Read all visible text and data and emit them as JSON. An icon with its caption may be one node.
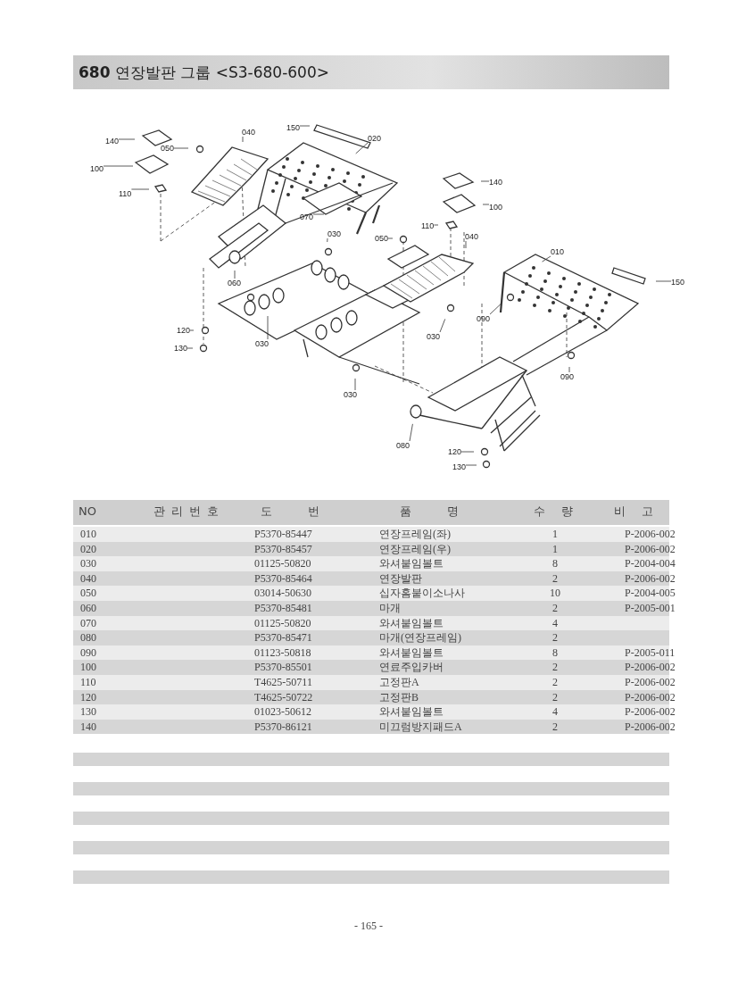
{
  "diagram": {
    "title": "**680** 연장발판 그룹 <S3-680-600>",
    "nodes": [
      {
        "text": [
          "140"
        ]
      },
      {
        "text": [
          "050"
        ]
      },
      {
        "text": [
          "100"
        ]
      },
      {
        "text": [
          "110"
        ]
      },
      {
        "text": [
          "040"
        ]
      },
      {
        "text": [
          "150"
        ]
      },
      {
        "text": [
          "020"
        ]
      },
      {
        "text": [
          "070"
        ]
      },
      {
        "text": [
          "030"
        ]
      },
      {
        "text": [
          "060"
        ]
      },
      {
        "text": [
          "120"
        ]
      },
      {
        "text": [
          "130"
        ]
      },
      {
        "text": [
          "030"
        ]
      },
      {
        "text": [
          "140"
        ]
      },
      {
        "text": [
          "100"
        ]
      },
      {
        "text": [
          "110"
        ]
      },
      {
        "text": [
          "050"
        ]
      },
      {
        "text": [
          "040"
        ]
      },
      {
        "text": [
          "010"
        ]
      },
      {
        "text": [
          "150"
        ]
      },
      {
        "text": [
          "090"
        ]
      },
      {
        "text": [
          "030"
        ]
      },
      {
        "text": [
          "030"
        ]
      },
      {
        "text": [
          "090"
        ]
      },
      {
        "text": [
          "080"
        ]
      },
      {
        "text": [
          "120"
        ]
      },
      {
        "text": [
          "130"
        ]
      }
    ],
    "edges": [
      {
        "from": 0,
        "to": null,
        "arrow": "none"
      },
      {
        "from": 1,
        "to": null,
        "arrow": "none"
      },
      {
        "from": 2,
        "to": null,
        "arrow": "none"
      },
      {
        "from": 3,
        "to": null,
        "arrow": "none"
      },
      {
        "from": 4,
        "to": null,
        "arrow": "none"
      },
      {
        "from": 5,
        "to": null,
        "arrow": "none"
      },
      {
        "from": 6,
        "to": null,
        "arrow": "none"
      },
      {
        "from": 7,
        "to": null,
        "arrow": "none"
      },
      {
        "from": 8,
        "to": null,
        "arrow": "none"
      },
      {
        "from": 9,
        "to": null,
        "arrow": "none"
      },
      {
        "from": 10,
        "to": null,
        "arrow": "none"
      },
      {
        "from": 11,
        "to": null,
        "arrow": "none"
      },
      {
        "from": 12,
        "to": null,
        "arrow": "none"
      },
      {
        "from": 13,
        "to": null,
        "arrow": "none"
      },
      {
        "from": 14,
        "to": null,
        "arrow": "none"
      },
      {
        "from": 15,
        "to": null,
        "arrow": "none"
      },
      {
        "from": 16,
        "to": null,
        "arrow": "none"
      },
      {
        "from": 17,
        "to": null,
        "arrow": "none"
      },
      {
        "from": 18,
        "to": null,
        "arrow": "none"
      },
      {
        "from": 19,
        "to": null,
        "arrow": "none"
      },
      {
        "from": 20,
        "to": null,
        "arrow": "none"
      },
      {
        "from": 21,
        "to": null,
        "arrow": "none"
      },
      {
        "from": 22,
        "to": null,
        "arrow": "none"
      },
      {
        "from": 23,
        "to": null,
        "arrow": "none"
      },
      {
        "from": 24,
        "to": null,
        "arrow": "none"
      },
      {
        "from": 25,
        "to": null,
        "arrow": "none"
      },
      {
        "from": 26,
        "to": null,
        "arrow": "none"
      }
    ],
    "labels": [
      "NO",
      "관 리 번 호",
      "도 번",
      "품 명",
      "수 량",
      "비 고",
      "010",
      "P5370-85447",
      "연장프레임(좌)",
      "1",
      "P-2006-002",
      "020",
      "P5370-85457",
      "연장프레임(우)",
      "1",
      "P-2006-002",
      "030",
      "01125-50820",
      "와셔붙임볼트",
      "8",
      "P-2004-004",
      "040",
      "P5370-85464",
      "연장발판",
      "2",
      "P-2006-002",
      "050",
      "03014-50630",
      "십자홈붙이소나사",
      "10",
      "P-2004-005",
      "060",
      "P5370-85481",
      "마개",
      "2",
      "P-2005-001",
      "070",
      "01125-50820",
      "와셔붙임볼트",
      "4",
      "080",
      "P5370-85471",
      "마개(연장프레임)",
      "2",
      "090",
      "01123-50818",
      "와셔붙임볼트",
      "8",
      "P-2005-011",
      "100",
      "P5370-85501",
      "연료주입카버",
      "2",
      "P-2006-002",
      "110",
      "T4625-50711",
      "고정판A",
      "2",
      "P-2006-002",
      "120",
      "T4625-50722",
      "고정판B",
      "2",
      "P-2006-002",
      "130",
      "01023-50612",
      "와셔붙임볼트",
      "4",
      "P-2006-002",
      "140",
      "P5370-86121",
      "미끄럼방지패드A",
      "2",
      "P-2006-002",
      "- 165 -"
    ]
  }
}
